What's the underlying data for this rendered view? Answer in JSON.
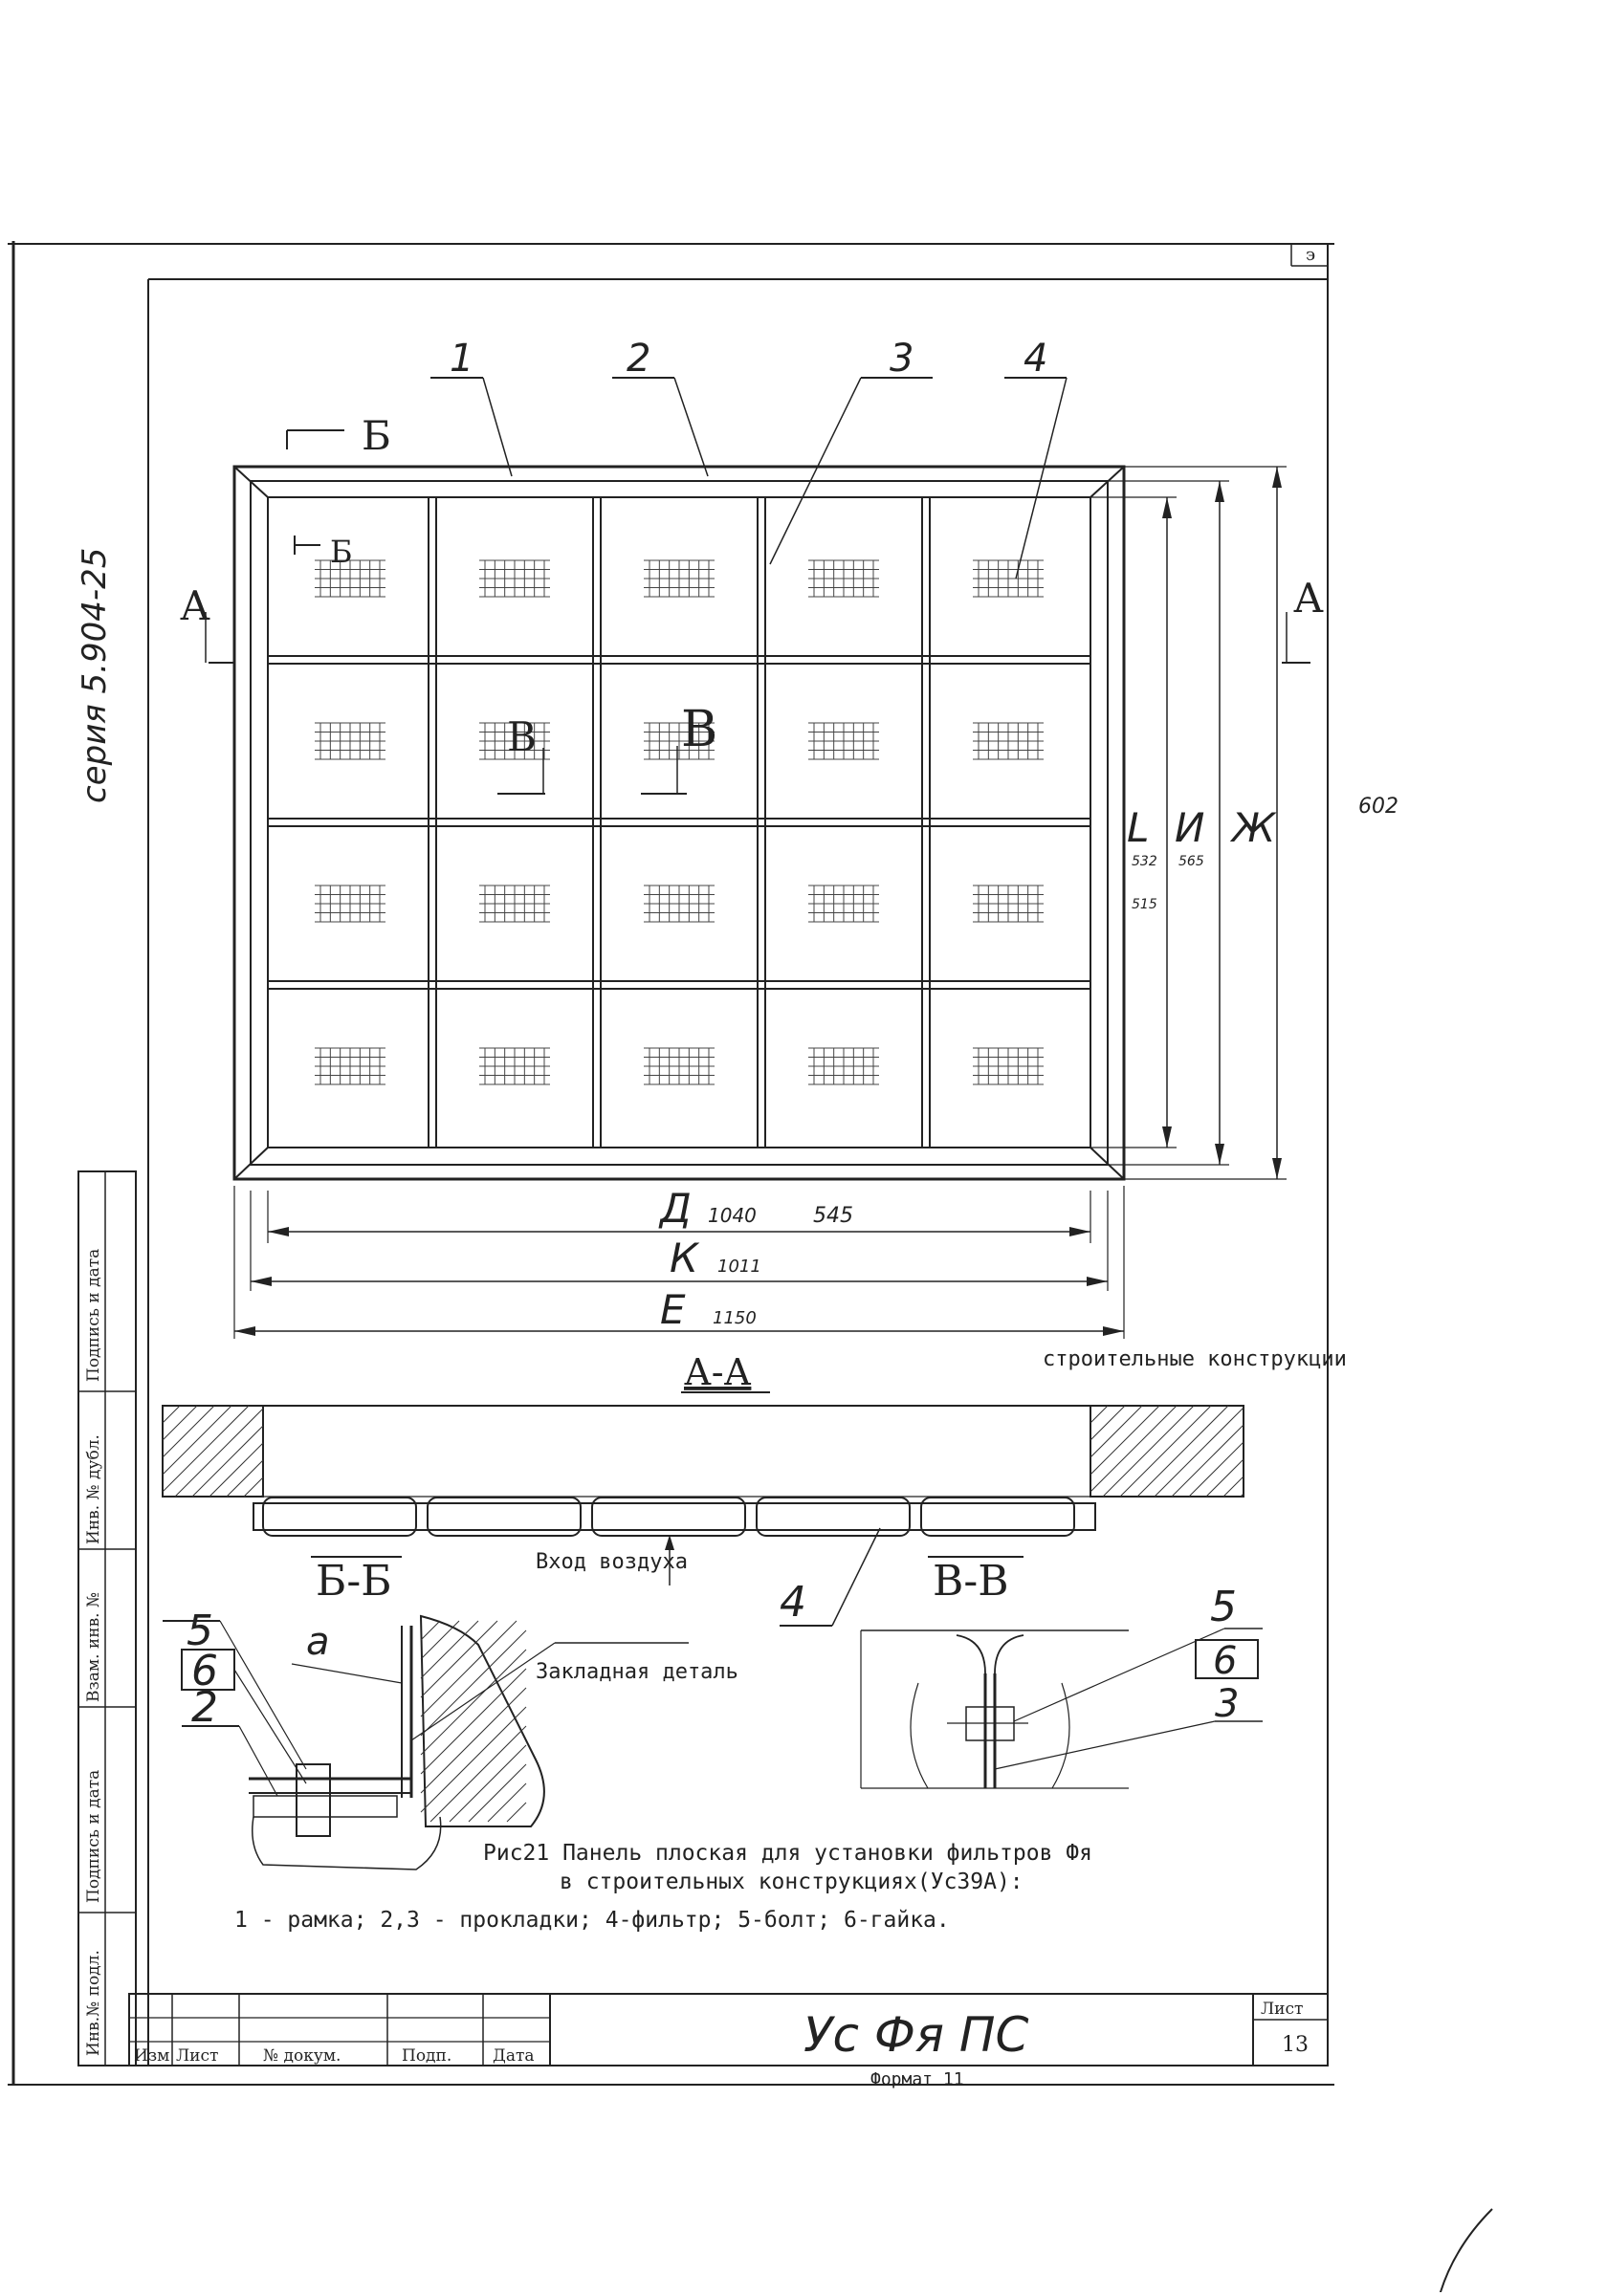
{
  "series_label": "серия 5.904-25",
  "corner_mark": "э",
  "margin_note": "602",
  "section_labels": {
    "bb_top": "Б",
    "bb_top2": "Б",
    "aa_left": "А",
    "aa_right": "А",
    "vv_1": "В",
    "vv_2": "В"
  },
  "callouts": [
    "1",
    "2",
    "3",
    "4"
  ],
  "dimensions": {
    "d": "Д",
    "d_value": "1040",
    "d_note": "545",
    "k": "К",
    "k_value": "1011",
    "e": "Е",
    "e_value": "1150",
    "l": "L",
    "l_value": "532",
    "i": "И",
    "i_value": "565",
    "zh": "Ж",
    "l_note": "515"
  },
  "section_aa": {
    "title": "А-А",
    "construction_label": "строительные конструкции",
    "air_inlet": "Вход воздуха",
    "callout": "4"
  },
  "section_bb": {
    "title": "Б-Б",
    "callouts": [
      "5",
      "6",
      "2"
    ],
    "a_label": "а",
    "embedded_label": "Закладная деталь"
  },
  "section_vv": {
    "title": "В-В",
    "callouts": [
      "5",
      "6",
      "3"
    ]
  },
  "caption": {
    "line1": "Рис21 Панель плоская для установки фильтров Фя",
    "line2": "в строительных конструкциях(Ус39А):",
    "line3": "1 - рамка; 2,3 - прокладки; 4-фильтр; 5-болт; 6-гайка."
  },
  "stamp": {
    "side_labels": [
      "Подпись и дата",
      "Взам. инв. №",
      "Инв. № дубл.",
      "Подпись и дата",
      "Инв.№ подл."
    ],
    "columns": [
      "Изм",
      "Лист",
      "№ докум.",
      "Подп.",
      "Дата"
    ],
    "designation": "Ус Фя ПС",
    "sheet_label": "Лист",
    "sheet_number": "13",
    "format": "Формат 11"
  }
}
